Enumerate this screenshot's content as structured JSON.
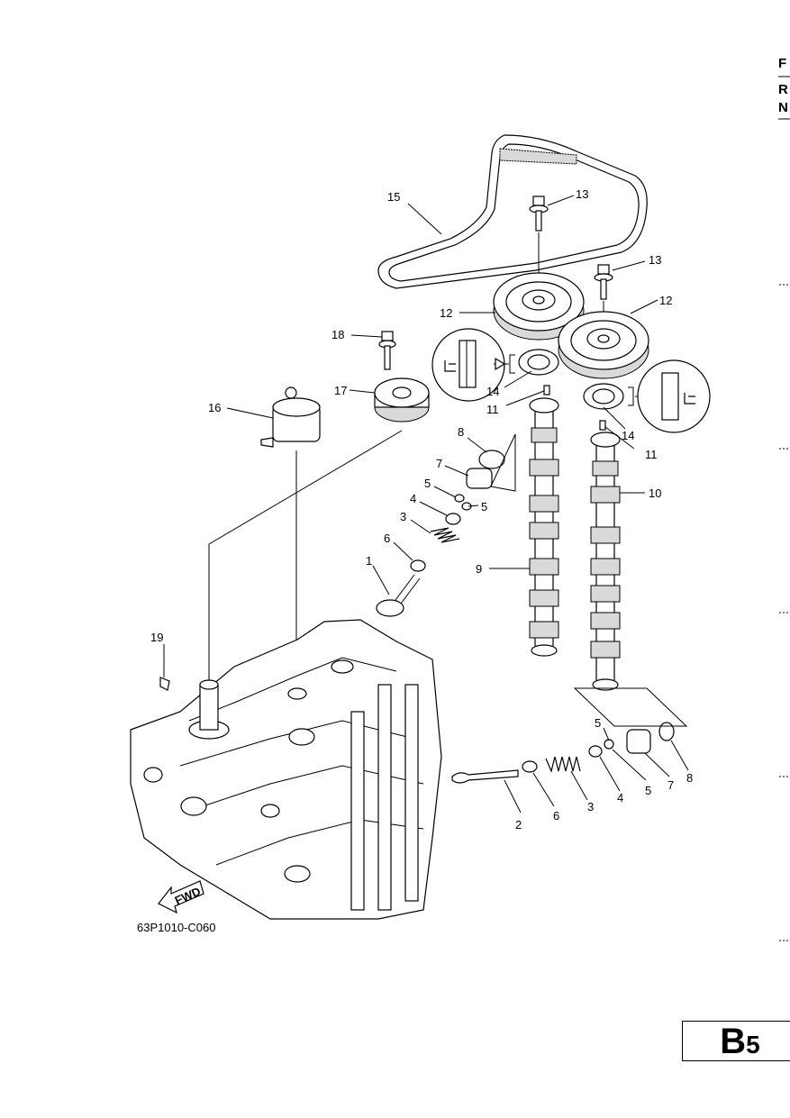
{
  "header": {
    "letters": [
      "F",
      "R",
      "N"
    ]
  },
  "diagram": {
    "figure_code": "63P1010-C060",
    "fwd_label": "FWD",
    "callouts": {
      "c1": "1",
      "c2": "2",
      "c3a": "3",
      "c3b": "3",
      "c4a": "4",
      "c4b": "4",
      "c5a": "5",
      "c5b": "5",
      "c5c": "5",
      "c5d": "5",
      "c6a": "6",
      "c6b": "6",
      "c7a": "7",
      "c7b": "7",
      "c8a": "8",
      "c8b": "8",
      "c9": "9",
      "c10": "10",
      "c11a": "11",
      "c11b": "11",
      "c12a": "12",
      "c12b": "12",
      "c13a": "13",
      "c13b": "13",
      "c14a": "14",
      "c14b": "14",
      "c15": "15",
      "c16": "16",
      "c17": "17",
      "c18": "18",
      "c19": "19"
    }
  },
  "page_box": {
    "letter": "B",
    "number": "5"
  }
}
